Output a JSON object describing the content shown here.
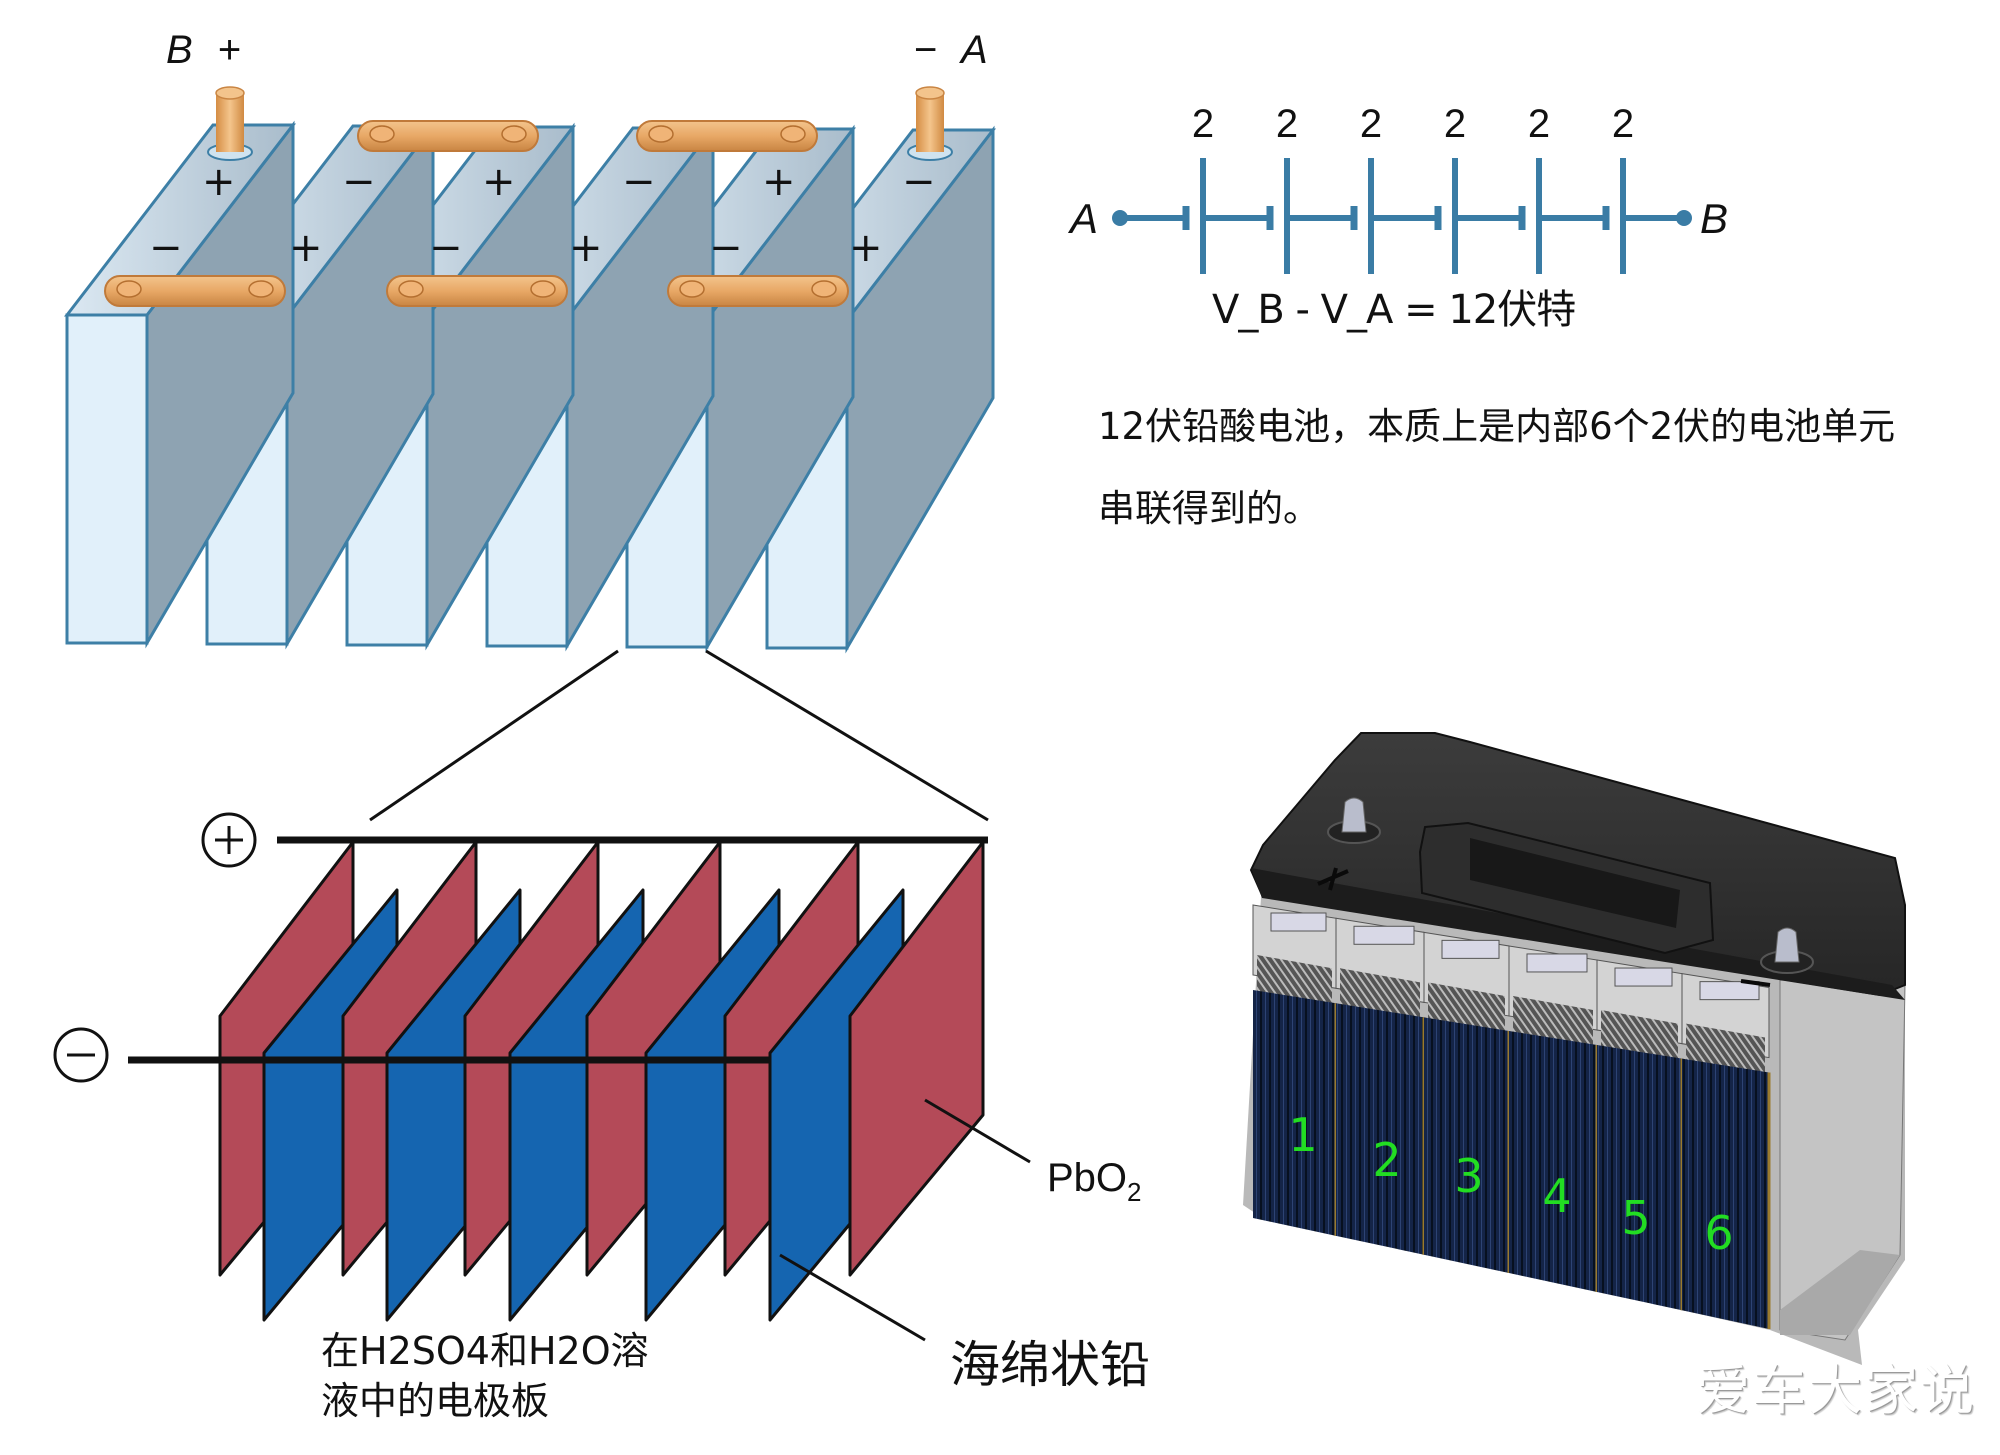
{
  "figure": {
    "series_cells": {
      "terminal_left": {
        "node": "B",
        "sign": "+"
      },
      "terminal_right": {
        "sign": "−",
        "node": "A"
      },
      "cell_signs": [
        {
          "top": "+",
          "bottom": "−"
        },
        {
          "top": "−",
          "bottom": "+"
        },
        {
          "top": "+",
          "bottom": "−"
        },
        {
          "top": "−",
          "bottom": "+"
        },
        {
          "top": "+",
          "bottom": "−"
        },
        {
          "top": "−",
          "bottom": "+"
        }
      ]
    },
    "circuit": {
      "node_left": "A",
      "node_right": "B",
      "cell_voltages": [
        "2",
        "2",
        "2",
        "2",
        "2",
        "2"
      ],
      "equation": "V_B - V_A = 12伏特",
      "color": "#3a7ca5"
    },
    "description": "12伏铅酸电池，本质上是内部6个2伏的电池单元串联得到的。",
    "plates": {
      "positive_symbol": "+",
      "negative_symbol": "−",
      "pbo2_label": "PbO",
      "pbo2_subscript": "2",
      "electrolyte_label_line1": "在H2SO4和H2O溶",
      "electrolyte_label_line2": "液中的电极板",
      "sponge_lead_label": "海绵状铅",
      "positive_color": "#b44a58",
      "negative_color": "#1565b0"
    },
    "battery_photo": {
      "cell_numbers": [
        "1",
        "2",
        "3",
        "4",
        "5",
        "6"
      ],
      "number_color": "#22dd22"
    },
    "watermark": "爱车大家说"
  }
}
